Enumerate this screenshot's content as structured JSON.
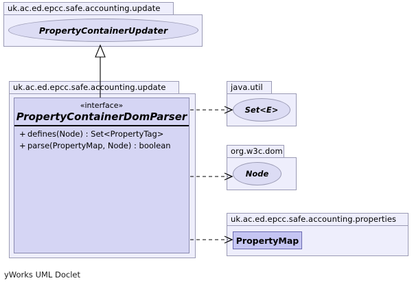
{
  "diagram": {
    "kind": "uml-class-diagram",
    "footer": "yWorks UML Doclet",
    "background": "#ffffff"
  },
  "packages": {
    "updater": {
      "label": "uk.ac.ed.epcc.safe.accounting.update",
      "node": {
        "label": "PropertyContainerUpdater",
        "shape": "ellipse"
      }
    },
    "parser": {
      "label": "uk.ac.ed.epcc.safe.accounting.update"
    },
    "javautil": {
      "label": "java.util",
      "node": {
        "label": "Set<E>",
        "shape": "ellipse"
      }
    },
    "w3cdom": {
      "label": "org.w3c.dom",
      "node": {
        "label": "Node",
        "shape": "ellipse"
      }
    },
    "properties": {
      "label": "uk.ac.ed.epcc.safe.accounting.properties",
      "node": {
        "label": "PropertyMap",
        "shape": "class"
      }
    }
  },
  "focus_interface": {
    "stereotype": "«interface»",
    "name": "PropertyContainerDomParser",
    "operations": [
      {
        "visibility": "+",
        "signature": "defines(Node) : Set<PropertyTag>"
      },
      {
        "visibility": "+",
        "signature": "parse(PropertyMap, Node) : boolean"
      }
    ]
  },
  "relations": [
    {
      "name": "generalization",
      "from": "PropertyContainerDomParser",
      "to": "PropertyContainerUpdater",
      "style": "solid",
      "arrow": "hollow-triangle"
    },
    {
      "name": "dependency-set",
      "from": "PropertyContainerDomParser",
      "to": "Set<E>",
      "style": "dashed",
      "arrow": "open"
    },
    {
      "name": "dependency-node",
      "from": "PropertyContainerDomParser",
      "to": "Node",
      "style": "dashed",
      "arrow": "open"
    },
    {
      "name": "dependency-propertymap",
      "from": "PropertyContainerDomParser",
      "to": "PropertyMap",
      "style": "dashed",
      "arrow": "open"
    }
  ],
  "colors": {
    "package_fill": "#eeeefc",
    "package_border": "#9a9ab4",
    "ellipse_fill": "#dcdcf4",
    "interface_fill": "#d5d5f4",
    "class_fill": "#c5c5f2",
    "class_border": "#6a6ab0",
    "edge": "#000000"
  }
}
